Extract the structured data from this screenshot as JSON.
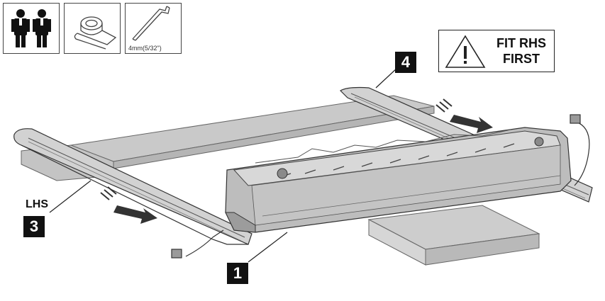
{
  "tools": {
    "people_icon": "two-person-icon",
    "tape_icon": "tape-roll-icon",
    "hex_key_icon": "hex-key-icon",
    "hex_key_caption": "4mm(5/32\")"
  },
  "warning": {
    "icon": "warning-triangle-icon",
    "text_line1": "FIT RHS",
    "text_line2": "FIRST"
  },
  "labels": {
    "lhs": "LHS"
  },
  "callouts": {
    "step_1": "1",
    "step_3": "3",
    "step_4": "4"
  }
}
